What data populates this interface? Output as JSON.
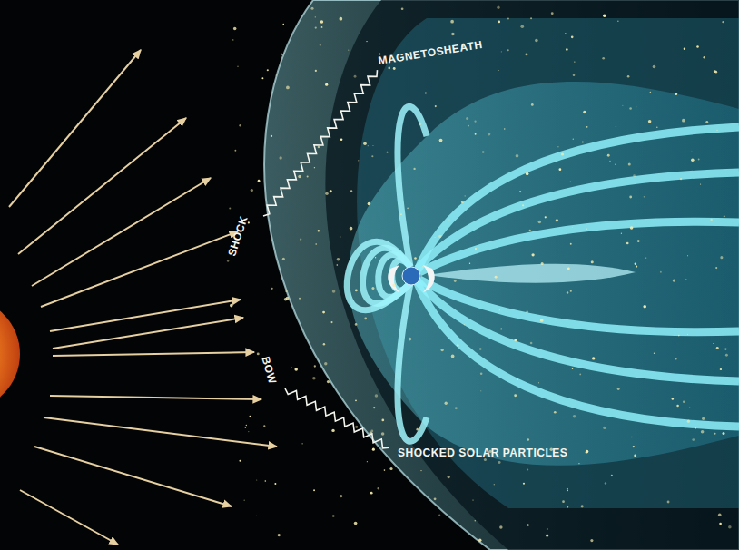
{
  "diagram": {
    "labels": [
      "MAGNETOSHEATH",
      "SHOCK",
      "BOW",
      "SHOCKED SOLAR PARTICLES"
    ]
  }
}
